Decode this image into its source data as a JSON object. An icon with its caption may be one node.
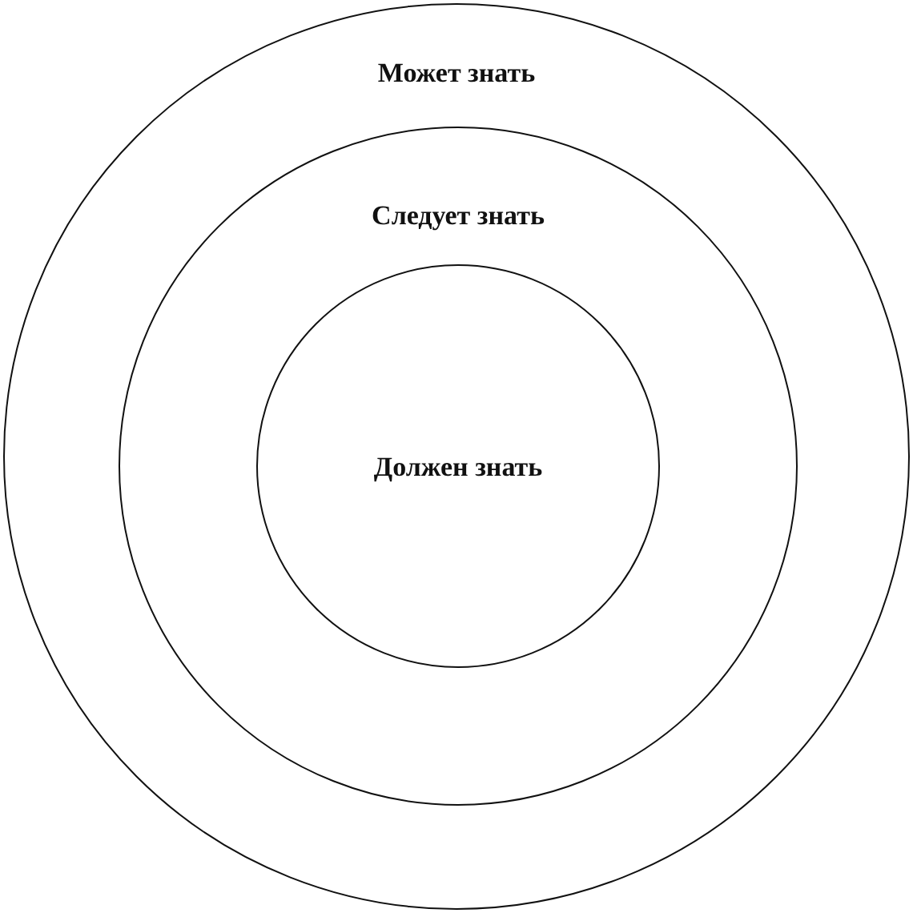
{
  "diagram": {
    "nodes": [
      {
        "text": [
          "Может знать"
        ]
      },
      {
        "text": [
          "Следует знать"
        ],
        "in": 0
      },
      {
        "text": [
          "Должен знать"
        ],
        "in": 1
      }
    ]
  }
}
